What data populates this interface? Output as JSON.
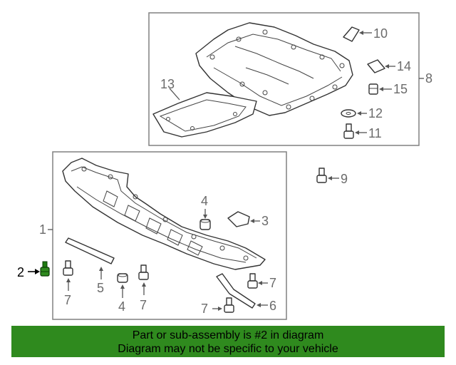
{
  "callouts": {
    "c1": "1",
    "c2": "2",
    "c3": "3",
    "c4a": "4",
    "c4b": "4",
    "c5": "5",
    "c6": "6",
    "c7a": "7",
    "c7b": "7",
    "c7c": "7",
    "c7d": "7",
    "c8": "8",
    "c9": "9",
    "c10": "10",
    "c11": "11",
    "c12": "12",
    "c13": "13",
    "c14": "14",
    "c15": "15"
  },
  "highlight": {
    "part_number": "2",
    "color": "#2f8a1e"
  },
  "banner": {
    "line1": "Part or sub-assembly is #2 in diagram",
    "line2": "Diagram may not be specific to your vehicle",
    "background": "#2f8a1e"
  }
}
